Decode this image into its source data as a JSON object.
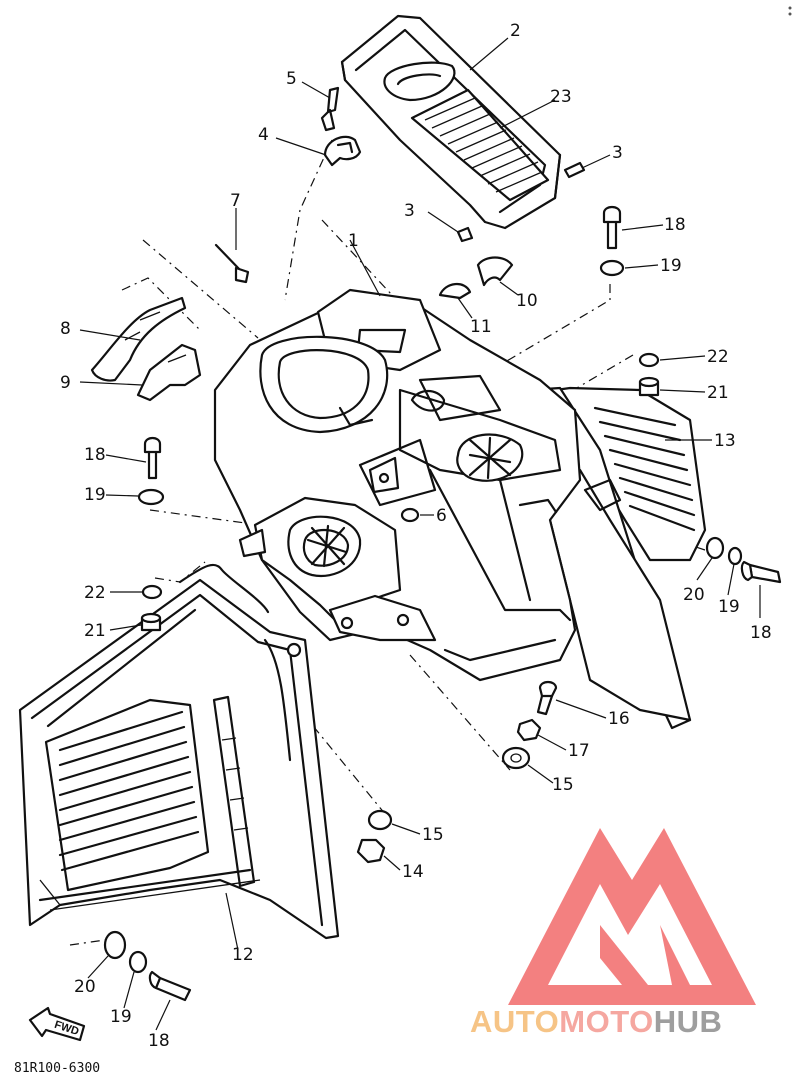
{
  "diagram": {
    "part_numbers": [
      "1",
      "2",
      "3",
      "3",
      "4",
      "5",
      "6",
      "7",
      "8",
      "9",
      "10",
      "11",
      "12",
      "13",
      "14",
      "15",
      "15",
      "16",
      "17",
      "18",
      "18",
      "18",
      "18",
      "19",
      "19",
      "19",
      "19",
      "20",
      "20",
      "21",
      "21",
      "22",
      "22",
      "23"
    ],
    "drawing_code": "81R100-6300",
    "direction_arrow": "FWD"
  },
  "watermark": {
    "auto": "AUTO",
    "moto": "MOTO",
    "hub": "HUB",
    "colors": {
      "logo": "#f26b6b",
      "auto": "#f6c486",
      "moto": "#f5a7a0",
      "hub": "#9e9e9e"
    }
  }
}
